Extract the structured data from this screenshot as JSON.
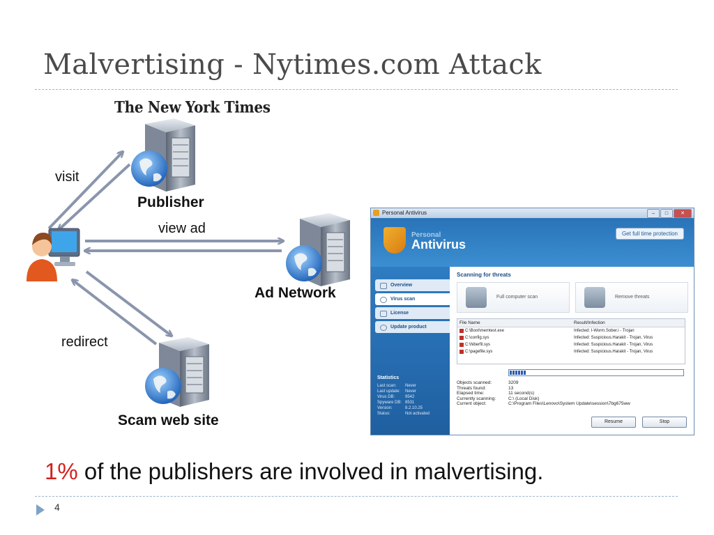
{
  "slide": {
    "title": "Malvertising - Nytimes.com Attack",
    "page_number": "4",
    "statement": {
      "highlight": "1%",
      "rest": " of the publishers are involved in malvertising."
    }
  },
  "diagram": {
    "nyt_logo": "The New York Times",
    "nodes": {
      "publisher": "Publisher",
      "ad_network": "Ad Network",
      "scam_site": "Scam web site"
    },
    "edges": {
      "visit": "visit",
      "view_ad": "view ad",
      "redirect": "redirect"
    },
    "colors": {
      "arrow": "#8a95ad",
      "title": "#4a4a4a",
      "highlight": "#d2201f",
      "rule": "#9db4c8"
    }
  },
  "antivirus": {
    "window_title": "Personal Antivirus",
    "brand_small": "Personal",
    "brand_big": "Antivirus",
    "get_full": "Get full time protection",
    "nav": [
      "Overview",
      "Virus scan",
      "License",
      "Update product"
    ],
    "scan_heading": "Scanning for threats",
    "cards": [
      "Full computer scan",
      "Remove threats"
    ],
    "table": {
      "headers": [
        "File Name",
        "Result/Infection"
      ],
      "rows": [
        [
          "C:\\Boot\\memtest.exe",
          "Infected: I-Worm.Sober.i - Trojan"
        ],
        [
          "C:\\config.sys",
          "Infected: Suspicious.Harakit - Trojan, Virus"
        ],
        [
          "C:\\hiberfil.sys",
          "Infected: Suspicious.Harakit - Trojan, Virus"
        ],
        [
          "C:\\pagefile.sys",
          "Infected: Suspicious.Harakit - Trojan, Virus"
        ]
      ]
    },
    "scan_info": [
      [
        "Objects scanned:",
        "3209"
      ],
      [
        "Threats found:",
        "13"
      ],
      [
        "Elapsed time:",
        "11 second(s)"
      ],
      [
        "Currently scanning:",
        "C:\\ (Local Disk)"
      ],
      [
        "Current object:",
        "C:\\Program Files\\Lenovo\\System Update\\session\\7bg675ww"
      ]
    ],
    "statistics": {
      "heading": "Statistics",
      "rows": [
        [
          "Last scan:",
          "Never"
        ],
        [
          "Last update:",
          "Never"
        ],
        [
          "Virus DB:",
          "9542"
        ],
        [
          "Spyware DB:",
          "8531"
        ],
        [
          "Version:",
          "8.2.10.25"
        ],
        [
          "Status:",
          "Not activated"
        ]
      ]
    },
    "buttons": {
      "resume": "Resume",
      "stop": "Stop"
    }
  }
}
